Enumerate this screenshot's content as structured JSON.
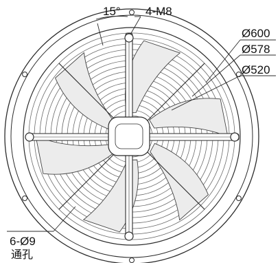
{
  "drawing": {
    "stroke_color": "#2b2b2b",
    "light_stroke_color": "#8a8a8a",
    "fill_color": "#f4f4f4",
    "background": "#ffffff"
  },
  "labels": {
    "angle": "15°",
    "thread": "4-M8",
    "dia_outer": "Ø600",
    "dia_middle": "Ø578",
    "dia_inner": "Ø520",
    "holes": "6-Ø9",
    "holes_note": "通孔"
  }
}
